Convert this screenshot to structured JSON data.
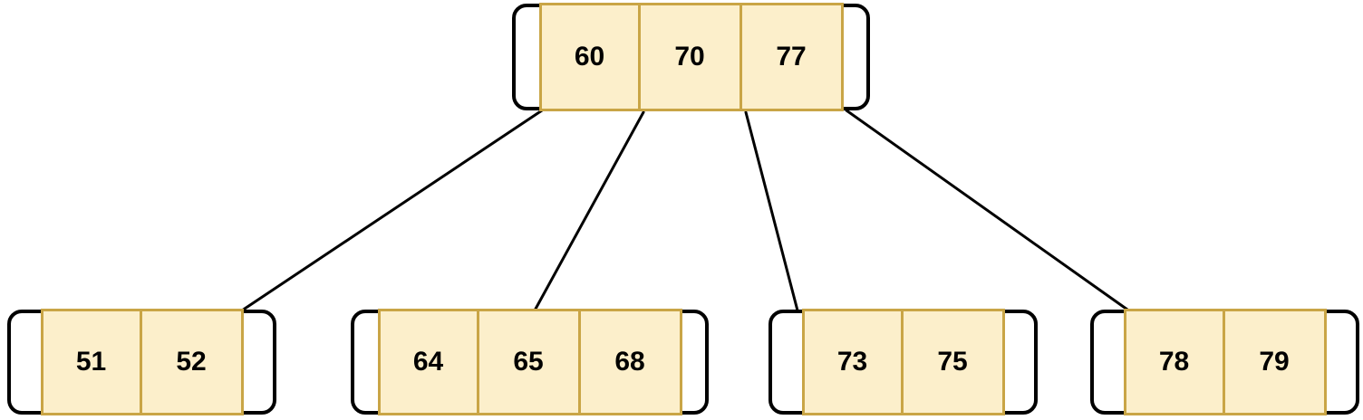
{
  "diagram": {
    "type": "b-tree",
    "description": "B-tree with one root node and four leaf nodes",
    "root": {
      "id": "root",
      "keys": [
        "60",
        "70",
        "77"
      ]
    },
    "children": [
      {
        "id": "child1",
        "keys": [
          "51",
          "52"
        ]
      },
      {
        "id": "child2",
        "keys": [
          "64",
          "65",
          "68"
        ]
      },
      {
        "id": "child3",
        "keys": [
          "73",
          "75"
        ]
      },
      {
        "id": "child4",
        "keys": [
          "78",
          "79"
        ]
      }
    ],
    "edges": [
      {
        "from": "root",
        "to": "child1"
      },
      {
        "from": "root",
        "to": "child2"
      },
      {
        "from": "root",
        "to": "child3"
      },
      {
        "from": "root",
        "to": "child4"
      }
    ],
    "colors": {
      "cell_fill": "#FCEFCB",
      "cell_stroke": "#C9A546",
      "node_stroke": "#000000",
      "line_color": "#000000",
      "text_color": "#000000",
      "background": "#FFFFFF"
    }
  }
}
